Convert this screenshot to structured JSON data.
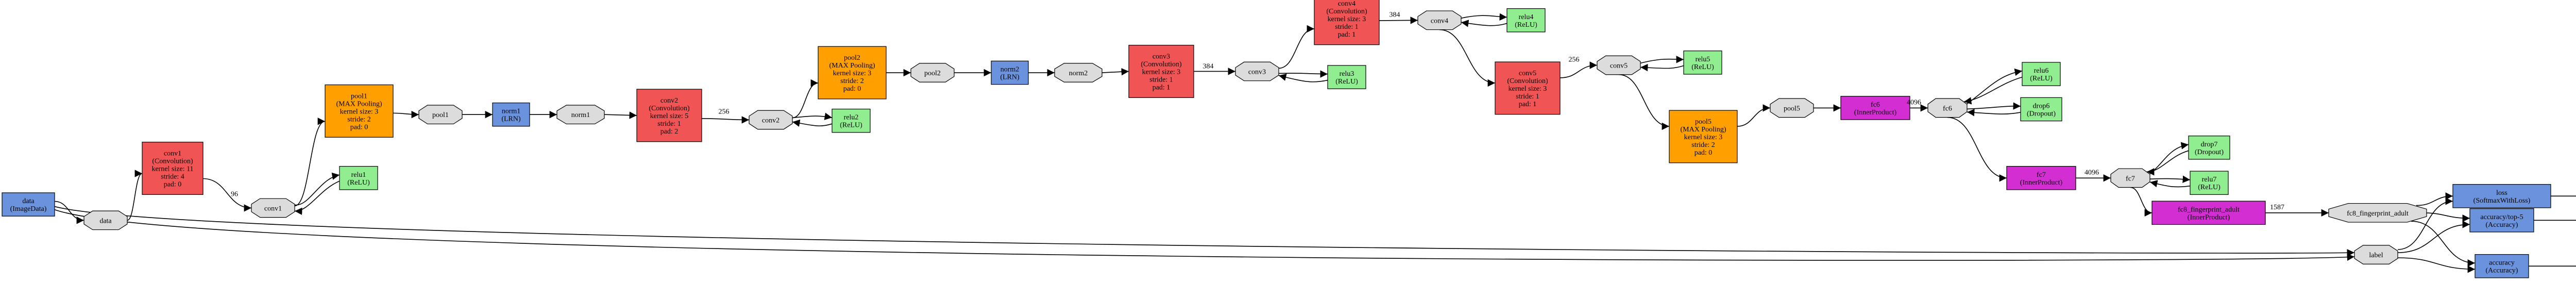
{
  "colors": {
    "data": "#6b93dd",
    "conv": "#f05454",
    "relu": "#90ee90",
    "pool": "#ff9f00",
    "norm": "#6b93dd",
    "fc": "#d22ed2",
    "dropout": "#90ee90",
    "loss": "#6b93dd",
    "blob": "#dcdcdc",
    "output": "#ffffff"
  },
  "layers": {
    "data": [
      "data",
      "(ImageData)"
    ],
    "conv1": [
      "conv1",
      "(Convolution)",
      "kernel size: 11",
      "stride: 4",
      "pad: 0"
    ],
    "relu1": [
      "relu1",
      "(ReLU)"
    ],
    "pool1": [
      "pool1",
      "(MAX Pooling)",
      "kernel size: 3",
      "stride: 2",
      "pad: 0"
    ],
    "norm1": [
      "norm1",
      "(LRN)"
    ],
    "conv2": [
      "conv2",
      "(Convolution)",
      "kernel size: 5",
      "stride: 1",
      "pad: 2"
    ],
    "relu2": [
      "relu2",
      "(ReLU)"
    ],
    "pool2": [
      "pool2",
      "(MAX Pooling)",
      "kernel size: 3",
      "stride: 2",
      "pad: 0"
    ],
    "norm2": [
      "norm2",
      "(LRN)"
    ],
    "conv3": [
      "conv3",
      "(Convolution)",
      "kernel size: 3",
      "stride: 1",
      "pad: 1"
    ],
    "relu3": [
      "relu3",
      "(ReLU)"
    ],
    "conv4": [
      "conv4",
      "(Convolution)",
      "kernel size: 3",
      "stride: 1",
      "pad: 1"
    ],
    "relu4": [
      "relu4",
      "(ReLU)"
    ],
    "conv5": [
      "conv5",
      "(Convolution)",
      "kernel size: 3",
      "stride: 1",
      "pad: 1"
    ],
    "relu5": [
      "relu5",
      "(ReLU)"
    ],
    "pool5": [
      "pool5",
      "(MAX Pooling)",
      "kernel size: 3",
      "stride: 2",
      "pad: 0"
    ],
    "fc6": [
      "fc6",
      "(InnerProduct)"
    ],
    "relu6": [
      "relu6",
      "(ReLU)"
    ],
    "drop6": [
      "drop6",
      "(Dropout)"
    ],
    "fc7": [
      "fc7",
      "(InnerProduct)"
    ],
    "drop7": [
      "drop7",
      "(Dropout)"
    ],
    "relu7": [
      "relu7",
      "(ReLU)"
    ],
    "fc8_fp": [
      "fc8_fingerprint_adult",
      "(InnerProduct)"
    ],
    "loss": [
      "loss",
      "(SoftmaxWithLoss)"
    ],
    "acc5": [
      "accuracy/top-5",
      "(Accuracy)"
    ],
    "accuracy": [
      "accuracy",
      "(Accuracy)"
    ]
  },
  "blobs": {
    "data": "data",
    "conv1": "conv1",
    "pool1": "pool1",
    "norm1": "norm1",
    "conv2": "conv2",
    "pool2": "pool2",
    "norm2": "norm2",
    "conv3": "conv3",
    "conv4": "conv4",
    "conv5": "conv5",
    "pool5": "pool5",
    "fc6": "fc6",
    "fc7": "fc7",
    "fc8_fp": "fc8_fingerprint_adult",
    "label": "label"
  },
  "outputs": {
    "loss": "loss",
    "acc5": "accuracy/top-5",
    "accuracy": "accuracy"
  },
  "edge_labels": {
    "conv1_out": "96",
    "conv2_out": "256",
    "conv3_out": "384",
    "conv4_out": "384",
    "conv5_out": "256",
    "fc6_out": "4096",
    "fc7_out": "4096",
    "fc8_out": "1587"
  }
}
